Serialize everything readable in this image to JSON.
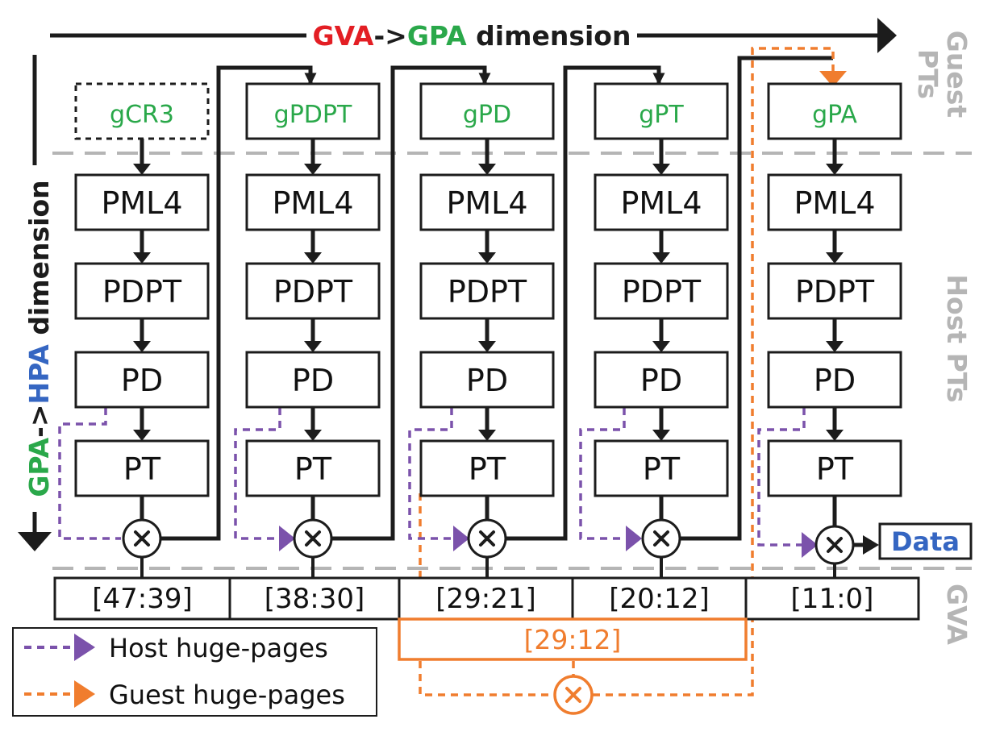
{
  "axis_top": {
    "part1": "GVA",
    "arrow": "->",
    "part2": "GPA",
    "part3": " dimension"
  },
  "axis_left": {
    "part1": "GPA",
    "arrow": "->",
    "part2": "HPA",
    "part3": " dimension"
  },
  "side_labels": {
    "guest_line1": "Guest",
    "guest_line2": "PTs",
    "host": "Host PTs",
    "gva": "GVA"
  },
  "guest_boxes": [
    "gCR3",
    "gPDPT",
    "gPD",
    "gPT",
    "gPA"
  ],
  "host_levels": [
    "PML4",
    "PDPT",
    "PD",
    "PT"
  ],
  "gva_bits": [
    "[47:39]",
    "[38:30]",
    "[29:21]",
    "[20:12]",
    "[11:0]"
  ],
  "guest_huge_bits": "[29:12]",
  "data_label": "Data",
  "legend": {
    "host": "Host huge-pages",
    "guest": "Guest huge-pages"
  },
  "colors": {
    "purple": "#7b52ab",
    "orange": "#f07d2e",
    "green": "#2aa84a",
    "blue": "#3566c2",
    "red": "#e31e24",
    "gray": "#b5b5b5"
  }
}
